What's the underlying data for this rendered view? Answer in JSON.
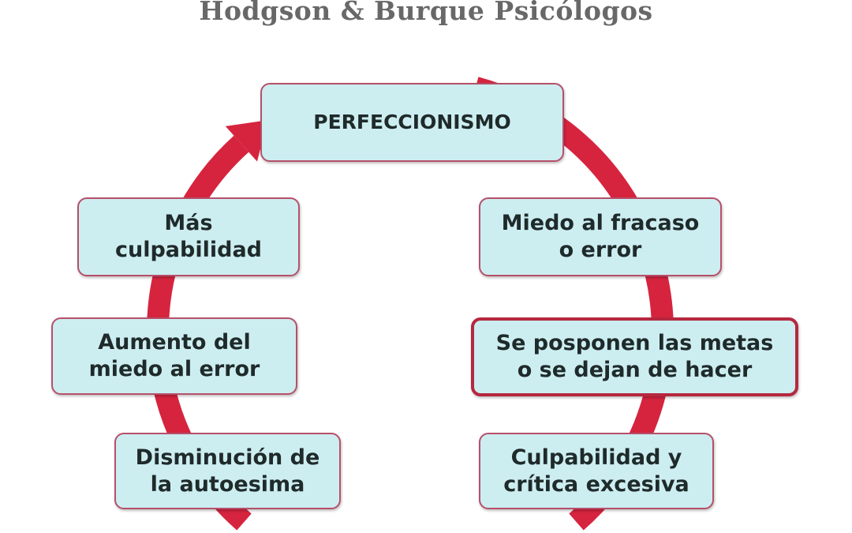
{
  "title": "Hodgson & Burque Psicólogos",
  "colors": {
    "arrow": "#d6243f",
    "box_fill": "#cdeef1",
    "box_border": "#b6506a",
    "title": "#686868"
  },
  "cycle": [
    {
      "label": "PERFECCIONISMO"
    },
    {
      "label": "Más\nculpabilidad"
    },
    {
      "label": "Miedo al fracaso\no error"
    },
    {
      "label": "Aumento del\nmiedo al error"
    },
    {
      "label": "Se posponen las metas\no se dejan de hacer"
    },
    {
      "label": "Disminución de\nla autoesima"
    },
    {
      "label": "Culpabilidad y\ncrítica excesiva"
    }
  ]
}
